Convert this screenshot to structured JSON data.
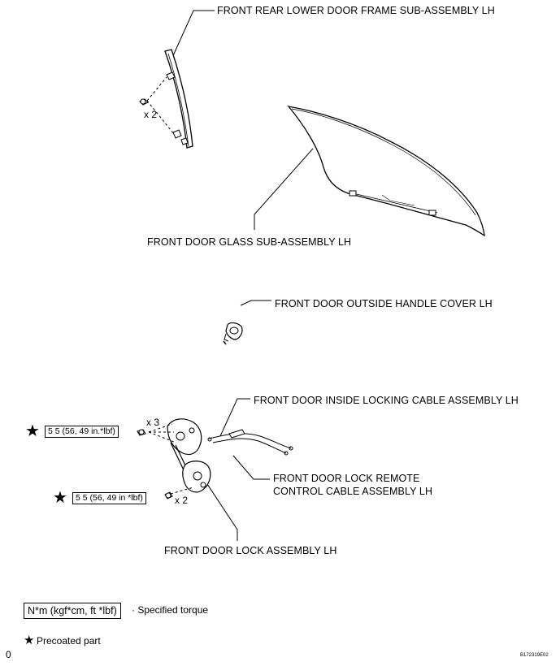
{
  "labels": {
    "frame": "FRONT REAR LOWER DOOR FRAME SUB-ASSEMBLY LH",
    "glass": "FRONT DOOR GLASS SUB-ASSEMBLY LH",
    "handle_cover": "FRONT DOOR OUTSIDE HANDLE COVER LH",
    "inside_cable": "FRONT DOOR INSIDE LOCKING CABLE ASSEMBLY LH",
    "remote_cable_line1": "FRONT DOOR LOCK REMOTE",
    "remote_cable_line2": "CONTROL CABLE ASSEMBLY LH",
    "lock": "FRONT DOOR LOCK ASSEMBLY LH"
  },
  "quantities": {
    "frame_screws": "x 2",
    "lock_screws_upper": "x 3",
    "lock_screw_lower": "x 2"
  },
  "torques": {
    "upper": "5 5 (56, 49 in.*lbf)",
    "lower": "5 5 (56, 49 in *lbf)"
  },
  "legend": {
    "torque_unit": "N*m (kgf*cm, ft *lbf)",
    "torque_desc": "· Specified torque",
    "precoated_symbol": "★",
    "precoated_desc": "Precoated part"
  },
  "corner_left": "0",
  "figure_id": "B172319E02"
}
